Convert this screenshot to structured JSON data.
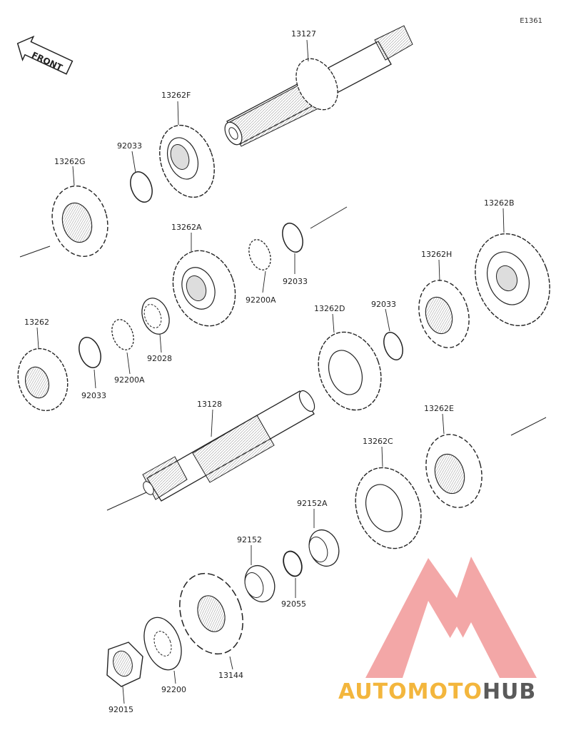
{
  "diagram_code": "E1361",
  "front_label": "FRONT",
  "watermark": {
    "part1": "AUTO",
    "part2": "MOTO",
    "part3": "HUB",
    "color_primary": "#f3b63d",
    "color_secondary": "#5a5a5a",
    "logo_color": "#f08a8a"
  },
  "parts": [
    {
      "id": "13127"
    },
    {
      "id": "13262F"
    },
    {
      "id": "92033"
    },
    {
      "id": "13262G"
    },
    {
      "id": "13262A"
    },
    {
      "id": "92200A"
    },
    {
      "id": "92033"
    },
    {
      "id": "13262B"
    },
    {
      "id": "13262H"
    },
    {
      "id": "13262"
    },
    {
      "id": "92033"
    },
    {
      "id": "92200A"
    },
    {
      "id": "92028"
    },
    {
      "id": "13262D"
    },
    {
      "id": "92033"
    },
    {
      "id": "13128"
    },
    {
      "id": "13262E"
    },
    {
      "id": "13262C"
    },
    {
      "id": "92152A"
    },
    {
      "id": "92152"
    },
    {
      "id": "92055"
    },
    {
      "id": "13144"
    },
    {
      "id": "92200"
    },
    {
      "id": "92015"
    }
  ]
}
